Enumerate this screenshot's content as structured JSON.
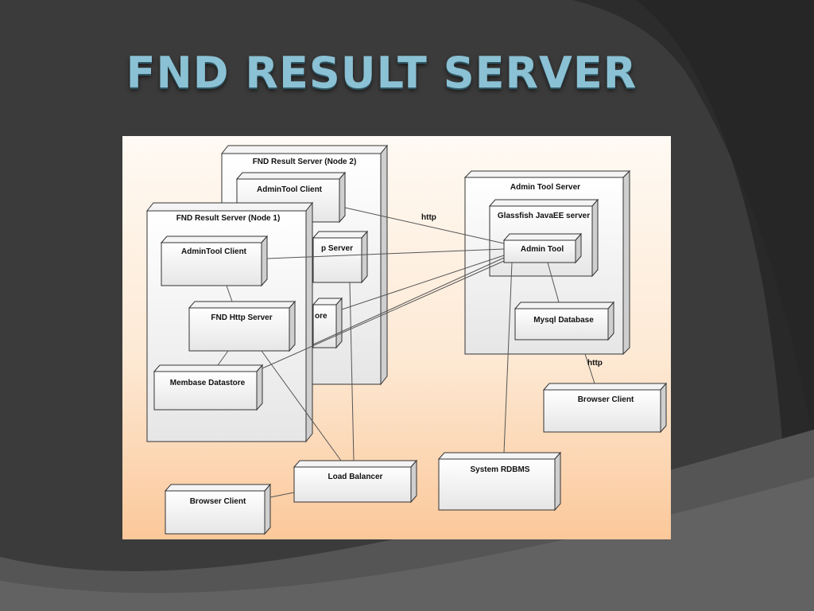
{
  "title": "FND RESULT SERVER",
  "diagram": {
    "node2": {
      "title": "FND Result Server (Node 2)",
      "admintool_client": "AdminTool Client",
      "http_server_partial": "p Server",
      "datastore_partial": "ore"
    },
    "node1": {
      "title": "FND Result Server (Node 1)",
      "admintool_client": "AdminTool Client",
      "http_server": "FND Http Server",
      "membase_datastore": "Membase Datastore"
    },
    "admin_server": {
      "title": "Admin Tool Server",
      "glassfish": "Glassfish JavaEE server",
      "admin_tool": "Admin Tool",
      "mysql": "Mysql Database"
    },
    "browser_client_right": "Browser Client",
    "system_rdbms": "System RDBMS",
    "load_balancer": "Load Balancer",
    "browser_client_left": "Browser Client",
    "http_label_top": "http",
    "http_label_right": "http"
  }
}
